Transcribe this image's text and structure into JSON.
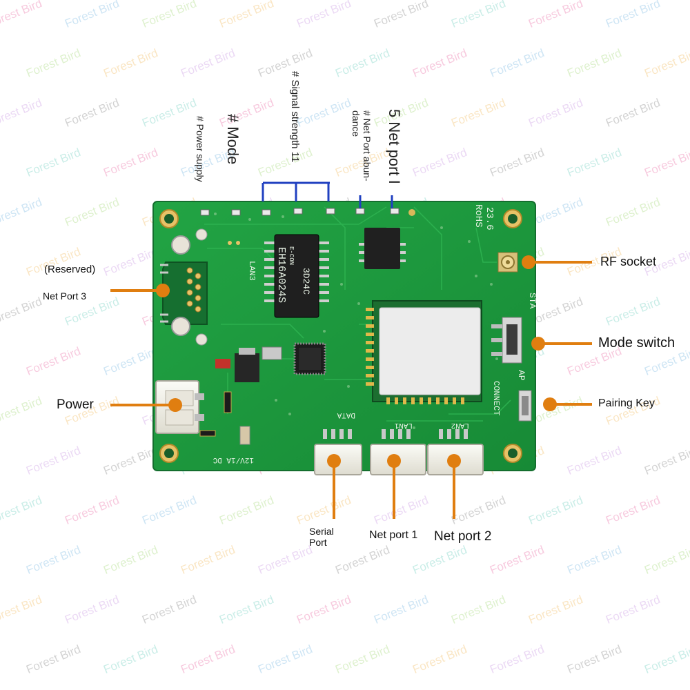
{
  "watermark": {
    "text": "Forest Bird",
    "colors": [
      "#e85d9c",
      "#6ab0e0",
      "#9bd46a",
      "#f0b24a",
      "#c38be0",
      "#7a7a7a",
      "#5cc9b8"
    ]
  },
  "colors": {
    "pcb": "#1c8f3a",
    "pcb_edge": "#167a31",
    "callout": "#e07e10",
    "led_bracket": "#2040c0"
  },
  "board": {
    "silkscreen": {
      "rohs": "RoHS",
      "date_code": "23.6",
      "lan3": "LAN3",
      "chip_brand": "E-CON",
      "chip_model": "EH16A024S",
      "chip_code": "3D24C",
      "sta": "STA",
      "ap": "AP",
      "connect": "CONNECT",
      "data": "DATA",
      "lan1": "LAN1",
      "lan2": "LAN2",
      "power_rating": "12V/1A DC"
    }
  },
  "labels": {
    "reserved": "(Reserved)",
    "net_port_3": "Net Port 3",
    "power": "Power",
    "rf_socket": "RF socket",
    "mode_switch": "Mode switch",
    "pairing_key": "Pairing Key",
    "serial_port_1": "Serial",
    "serial_port_2": "Port",
    "net_port_1": "Net port 1",
    "net_port_2": "Net port 2",
    "led_power": "# Power supply",
    "led_mode": "# Mode",
    "led_signal": "# Signal strength 11",
    "led_net_abundance_1": "# Net Port abun-",
    "led_net_abundance_2": "dance",
    "led_net_port_1": "5 Net port I"
  }
}
